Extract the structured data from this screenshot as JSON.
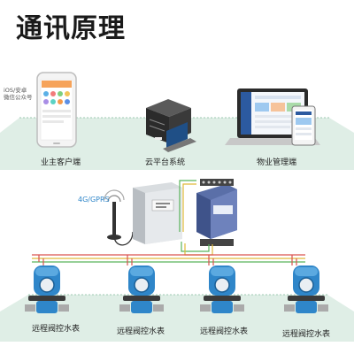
{
  "title": "通讯原理",
  "phone_caption_line1": "iOS/安卓",
  "phone_caption_line2": "微信公众号",
  "nodes": {
    "owner_client": "业主客户端",
    "cloud_platform": "云平台系统",
    "property_mgmt": "物业管理端"
  },
  "gateway_label": "4G/GPRS",
  "meters": [
    "远程阀控水表",
    "远程阀控水表",
    "远程阀控水表",
    "远程阀控水表"
  ],
  "colors": {
    "band": "#dfeee6",
    "meter_blue": "#2f86c9",
    "wire_red": "#d9534f",
    "wire_green": "#59b35a",
    "wire_yellow": "#e0b93a"
  }
}
